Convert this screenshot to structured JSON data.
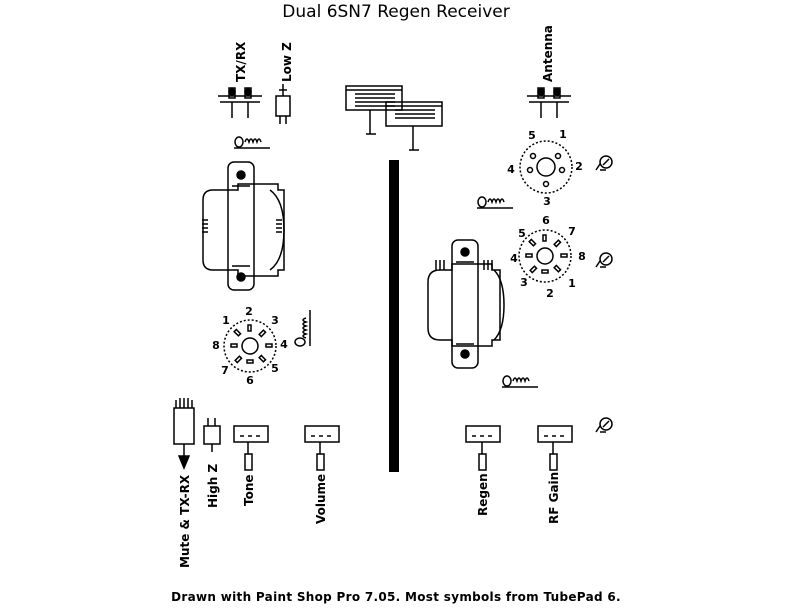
{
  "title": "Dual 6SN7 Regen Receiver",
  "footer": "Drawn with Paint Shop Pro 7.05.  Most symbols from TubePad 6.",
  "labels": {
    "tx_rx": "TX/RX",
    "low_z": "Low Z",
    "antenna": "Antenna",
    "mute_tx_rx": "Mute & TX-RX",
    "high_z": "High Z",
    "tone": "Tone",
    "volume": "Volume",
    "regen": "Regen",
    "rf_gain": "RF Gain"
  },
  "coil_socket_pins": [
    "1",
    "2",
    "3",
    "4",
    "5"
  ],
  "octal_socket_right_pins": [
    "1",
    "2",
    "3",
    "4",
    "5",
    "6",
    "7",
    "8"
  ],
  "octal_socket_left_pins": [
    "1",
    "2",
    "3",
    "4",
    "5",
    "6",
    "7",
    "8"
  ],
  "colors": {
    "ink": "#000000",
    "paper": "#ffffff"
  }
}
